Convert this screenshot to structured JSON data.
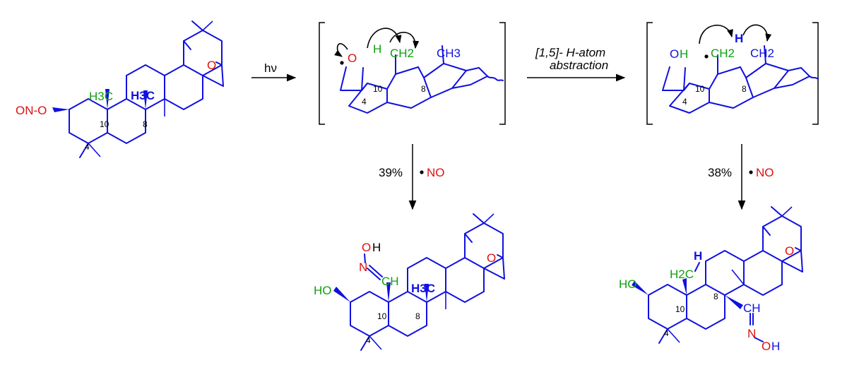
{
  "reagents": {
    "step1": "hν",
    "step2_line1": "[1,5]- H-atom",
    "step2_line2": "abstraction",
    "yield_left": "39%",
    "yield_right": "38%",
    "no_radical": "NO"
  },
  "labels": {
    "nitrite": "ON-O",
    "h3c": "H3C",
    "ch3": "CH3",
    "ch2": "CH2",
    "h2c": "H2C",
    "h": "H",
    "o": "O",
    "oh": "OH",
    "ho": "HO",
    "ch": "CH",
    "n": "N",
    "n_eq": "N",
    "c_eq": "CH",
    "pos4": "4",
    "pos8": "8",
    "pos10": "10"
  },
  "colors": {
    "skeleton": "#1010e0",
    "heteroatom": "#e01010",
    "migrating": "#10a010",
    "arrows": "#000000"
  }
}
